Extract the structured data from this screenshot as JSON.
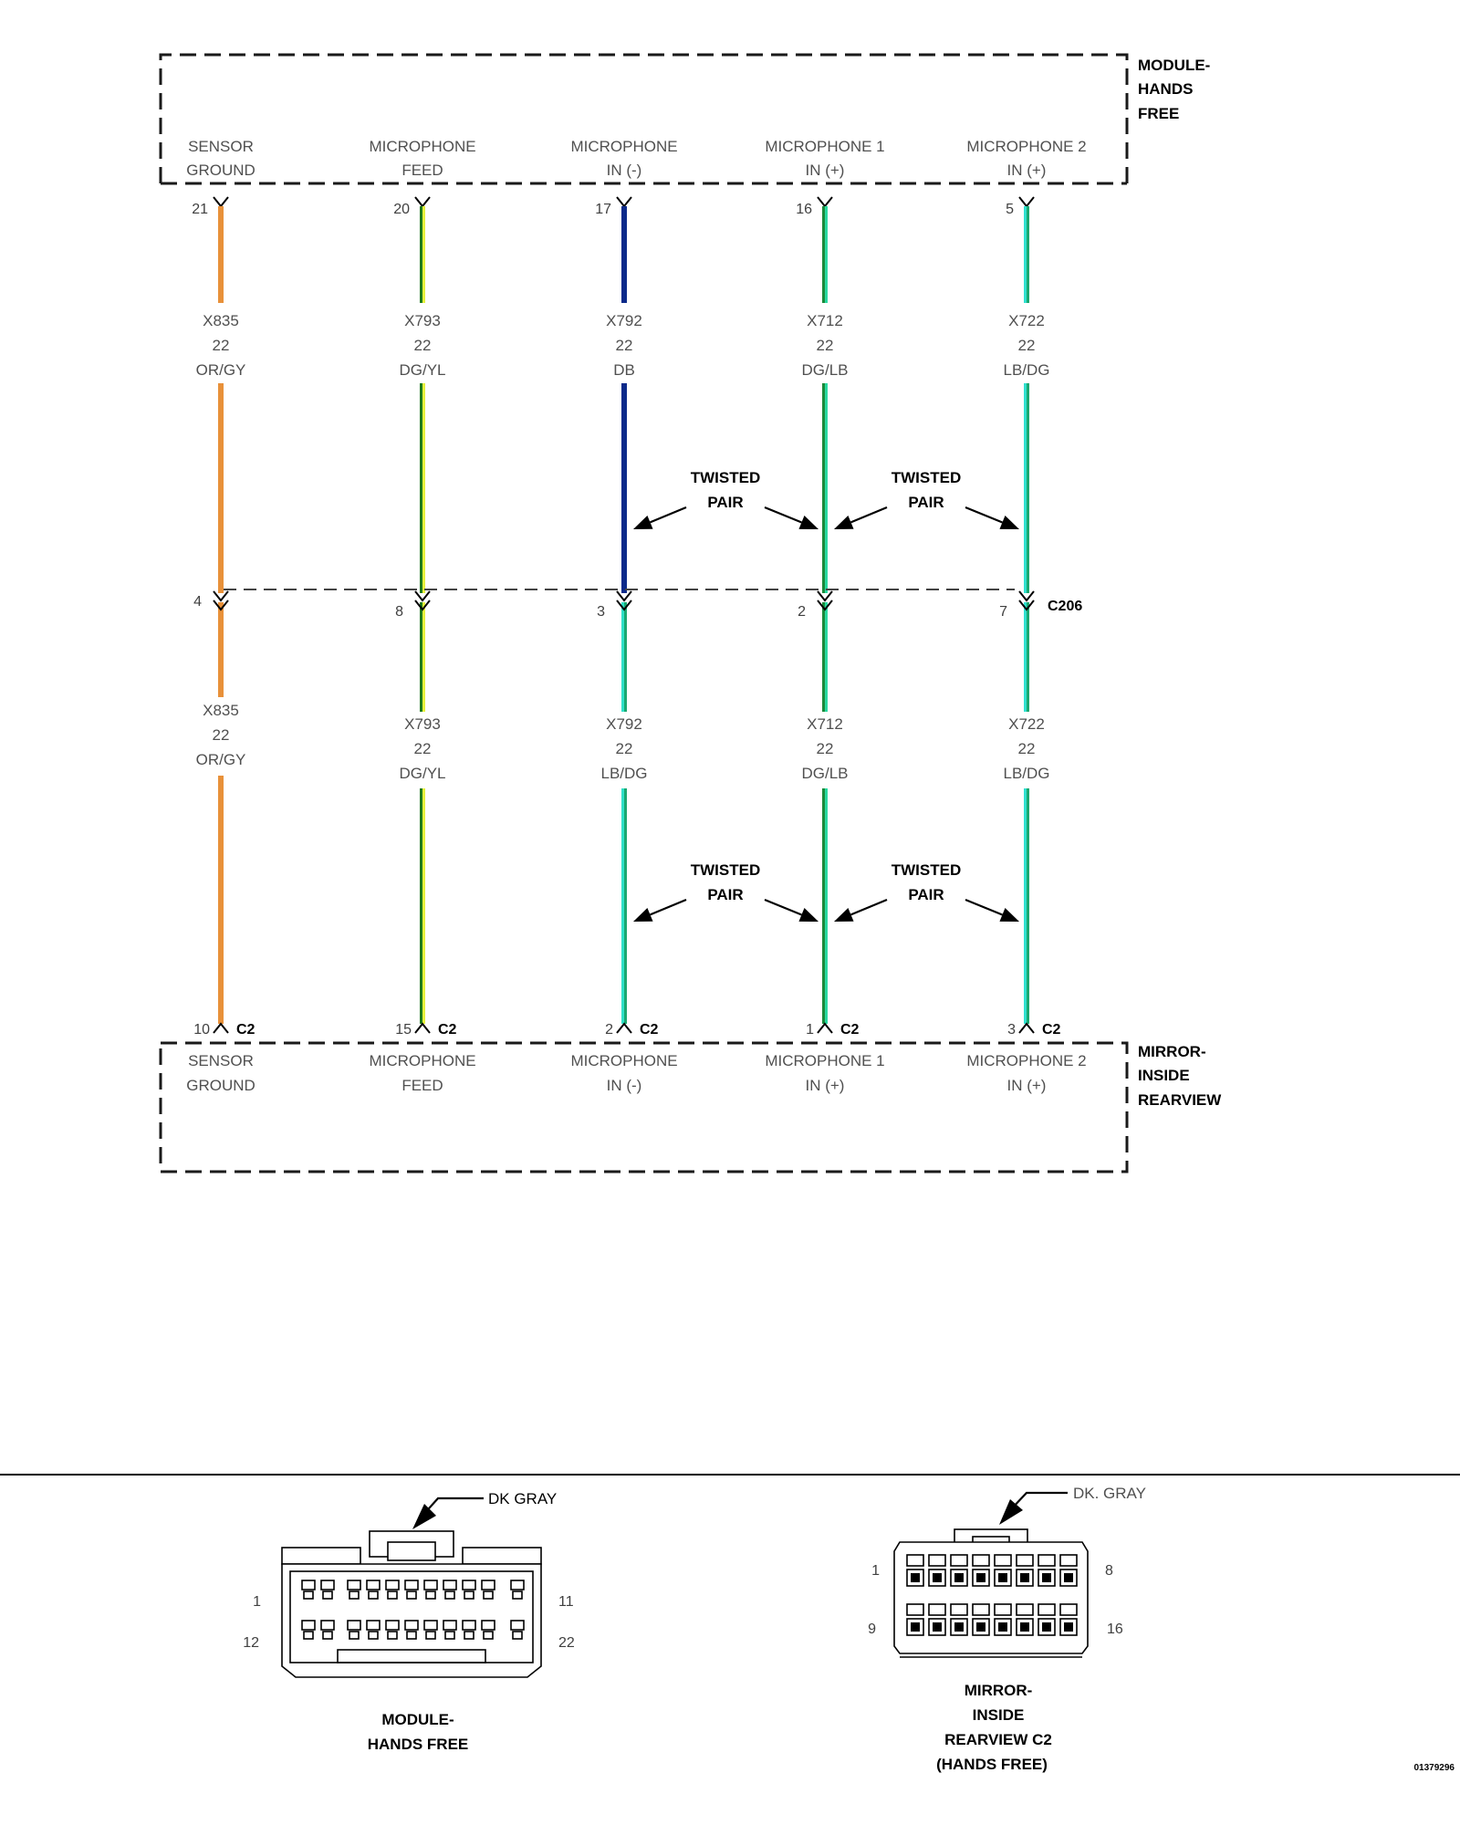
{
  "top_module": {
    "name_lines": [
      "MODULE-",
      "HANDS",
      "FREE"
    ],
    "pins": [
      {
        "label_lines": [
          "SENSOR",
          "GROUND"
        ],
        "pin": "21"
      },
      {
        "label_lines": [
          "MICROPHONE",
          "FEED"
        ],
        "pin": "20"
      },
      {
        "label_lines": [
          "MICROPHONE",
          "IN (-)"
        ],
        "pin": "17"
      },
      {
        "label_lines": [
          "MICROPHONE 1",
          "IN (+)"
        ],
        "pin": "16"
      },
      {
        "label_lines": [
          "MICROPHONE 2",
          "IN (+)"
        ],
        "pin": "5"
      }
    ]
  },
  "upper_wires": [
    {
      "circuit": "X835",
      "gauge": "22",
      "color_code": "OR/GY",
      "colors": [
        "#e8913a",
        "#e8913a"
      ]
    },
    {
      "circuit": "X793",
      "gauge": "22",
      "color_code": "DG/YL",
      "colors": [
        "#1f7a1f",
        "#e6f03c"
      ]
    },
    {
      "circuit": "X792",
      "gauge": "22",
      "color_code": "DB",
      "colors": [
        "#0b2a8a",
        "#0b2a8a"
      ]
    },
    {
      "circuit": "X712",
      "gauge": "22",
      "color_code": "DG/LB",
      "colors": [
        "#1a8a3a",
        "#28d9a0"
      ]
    },
    {
      "circuit": "X722",
      "gauge": "22",
      "color_code": "LB/DG",
      "colors": [
        "#30e0d0",
        "#1aa870"
      ]
    }
  ],
  "twisted_pair_label": [
    "TWISTED",
    "PAIR"
  ],
  "inline_connector": {
    "name": "C206",
    "pins": [
      "4",
      "8",
      "3",
      "2",
      "7"
    ]
  },
  "lower_wires": [
    {
      "circuit": "X835",
      "gauge": "22",
      "color_code": "OR/GY",
      "colors": [
        "#e8913a",
        "#e8913a"
      ]
    },
    {
      "circuit": "X793",
      "gauge": "22",
      "color_code": "DG/YL",
      "colors": [
        "#1f7a1f",
        "#e6f03c"
      ]
    },
    {
      "circuit": "X792",
      "gauge": "22",
      "color_code": "LB/DG",
      "colors": [
        "#30e0c8",
        "#1aa870"
      ]
    },
    {
      "circuit": "X712",
      "gauge": "22",
      "color_code": "DG/LB",
      "colors": [
        "#1a8a3a",
        "#28d9a0"
      ]
    },
    {
      "circuit": "X722",
      "gauge": "22",
      "color_code": "LB/DG",
      "colors": [
        "#30e0d0",
        "#1aa870"
      ]
    }
  ],
  "bottom_module": {
    "name_lines": [
      "MIRROR-",
      "INSIDE",
      "REARVIEW"
    ],
    "connector": "C2",
    "pins": [
      {
        "label_lines": [
          "SENSOR",
          "GROUND"
        ],
        "pin": "10"
      },
      {
        "label_lines": [
          "MICROPHONE",
          "FEED"
        ],
        "pin": "15"
      },
      {
        "label_lines": [
          "MICROPHONE",
          "IN (-)"
        ],
        "pin": "2"
      },
      {
        "label_lines": [
          "MICROPHONE 1",
          "IN (+)"
        ],
        "pin": "1"
      },
      {
        "label_lines": [
          "MICROPHONE 2",
          "IN (+)"
        ],
        "pin": "3"
      }
    ]
  },
  "connector_views": {
    "left": {
      "color_label": "DK GRAY",
      "pin_numbers": [
        "1",
        "11",
        "12",
        "22"
      ],
      "caption_lines": [
        "MODULE-",
        "HANDS FREE"
      ]
    },
    "right": {
      "color_label": "DK. GRAY",
      "pin_numbers": [
        "1",
        "8",
        "9",
        "16"
      ],
      "caption_lines": [
        "MIRROR-",
        "INSIDE",
        "REARVIEW C2",
        "(HANDS FREE)"
      ]
    }
  },
  "figure_id": "01379296"
}
